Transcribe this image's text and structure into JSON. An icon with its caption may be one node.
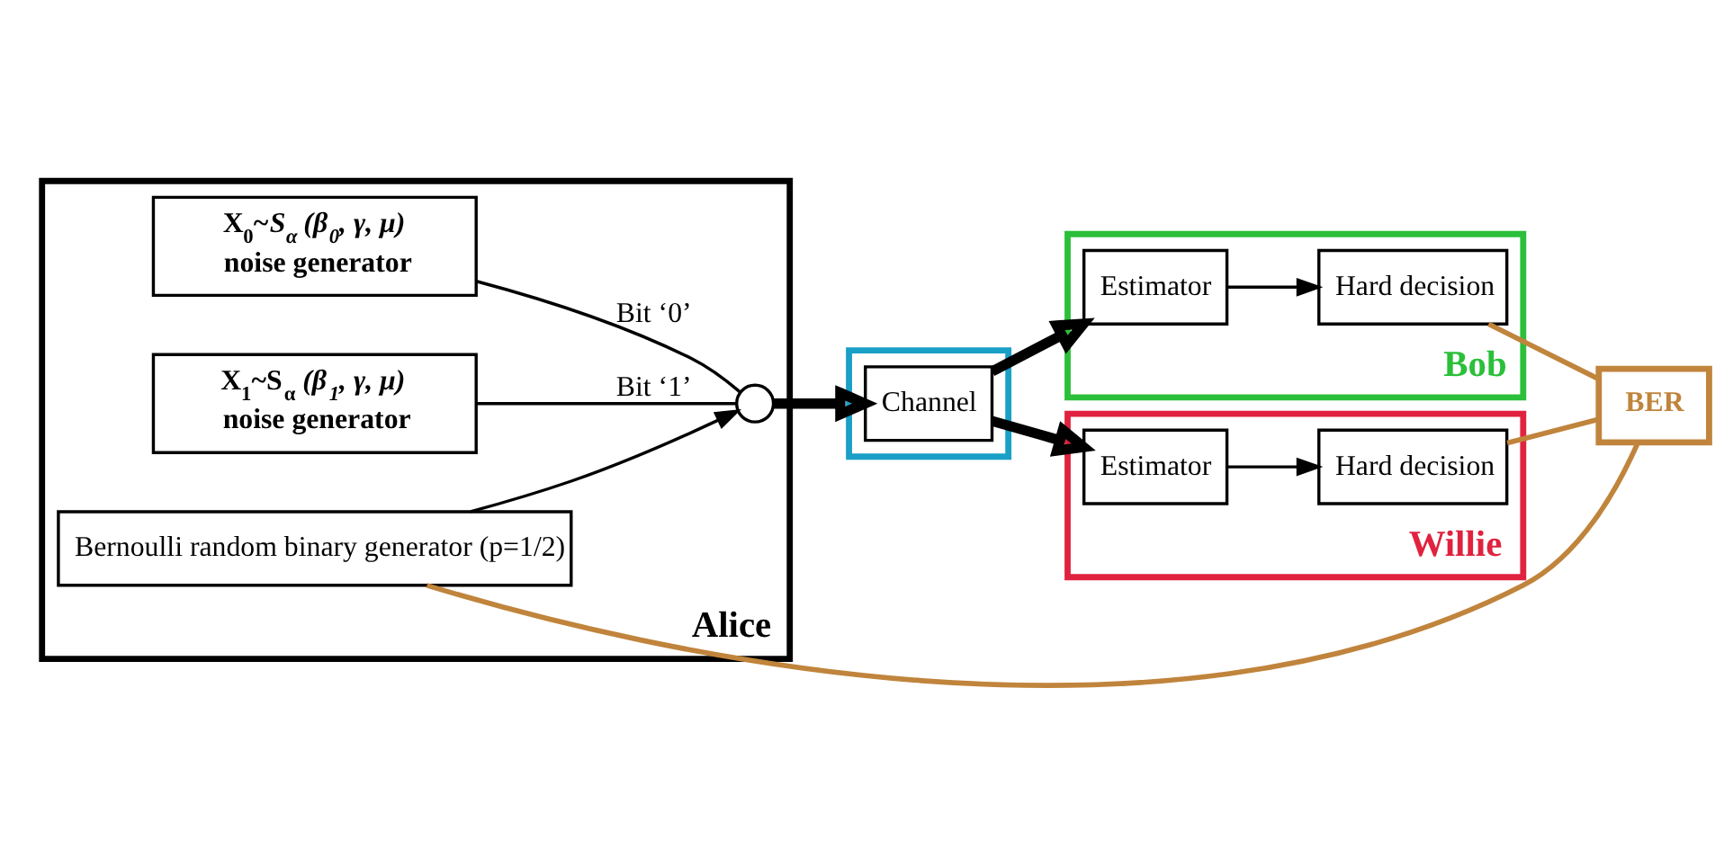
{
  "diagram": {
    "nodes": [
      {
        "text": [
          "Alice"
        ]
      },
      {
        "text": [
          "X$_{0}$~*S$_{α}$ (β$_{0}$, γ, μ)*",
          "noise generator"
        ],
        "in": 0
      },
      {
        "text": [
          "X$_{1}$~S$_{α}$ *(β$_{1}$, γ, μ)*",
          "noise generator"
        ],
        "in": 0
      },
      {
        "text": [
          "Bernoulli random binary generator (p=1/2)"
        ],
        "in": 0
      },
      {
        "text": [],
        "shape": "switch",
        "in": 0
      },
      {
        "text": [],
        "shape": "box"
      },
      {
        "text": [
          "Channel"
        ],
        "in": 5
      },
      {
        "text": [
          "Bob"
        ]
      },
      {
        "text": [
          "Estimator"
        ],
        "in": 7
      },
      {
        "text": [
          "Hard decision"
        ],
        "in": 7
      },
      {
        "text": [
          "Willie"
        ]
      },
      {
        "text": [
          "Estimator"
        ],
        "in": 10
      },
      {
        "text": [
          "Hard decision"
        ],
        "in": 10
      },
      {
        "text": [
          "BER"
        ]
      }
    ],
    "edges": [
      {
        "from": 1,
        "to": 4,
        "arrow": "none",
        "label": "Bit ‘0’"
      },
      {
        "from": 2,
        "to": 4,
        "arrow": "none",
        "label": "Bit ‘1’"
      },
      {
        "from": 3,
        "to": 4,
        "arrow": "to"
      },
      {
        "from": 4,
        "to": 6,
        "arrow": "to",
        "style": "thick"
      },
      {
        "from": 6,
        "to": 8,
        "arrow": "to",
        "style": "thick"
      },
      {
        "from": 6,
        "to": 11,
        "arrow": "to",
        "style": "thick"
      },
      {
        "from": 8,
        "to": 9,
        "arrow": "to"
      },
      {
        "from": 11,
        "to": 12,
        "arrow": "to"
      },
      {
        "from": 9,
        "to": 13,
        "arrow": "none",
        "color": "#c0843c"
      },
      {
        "from": 12,
        "to": 13,
        "arrow": "none",
        "color": "#c0843c"
      },
      {
        "from": 3,
        "to": 13,
        "arrow": "none",
        "color": "#c0843c"
      }
    ]
  }
}
